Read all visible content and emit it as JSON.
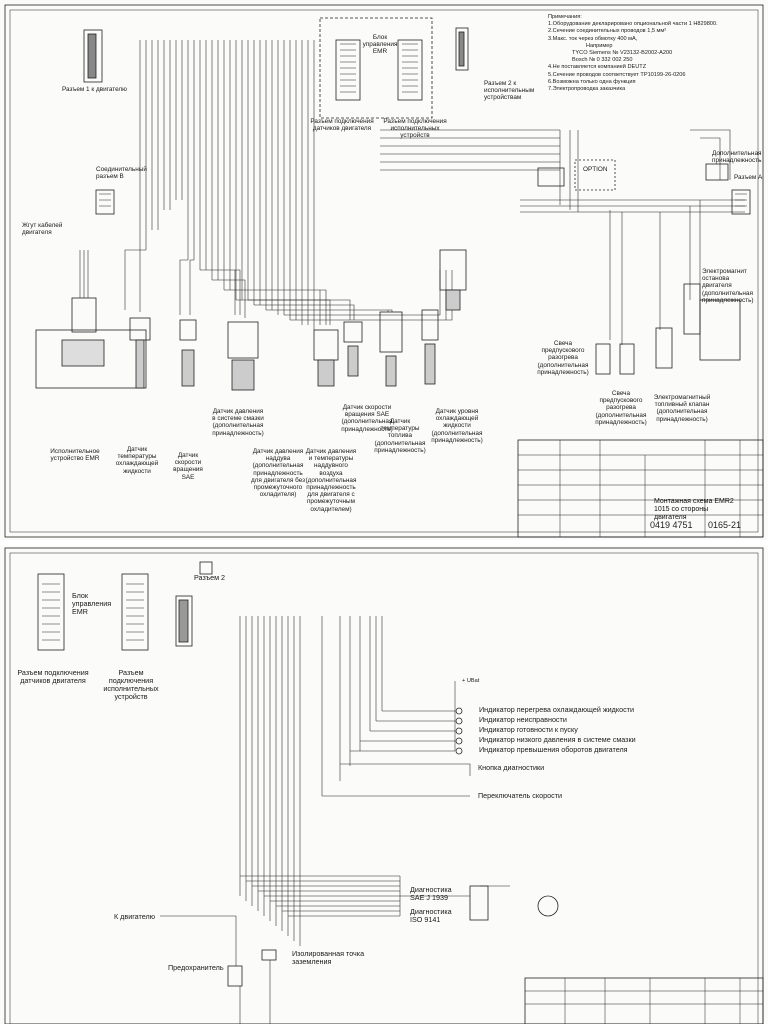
{
  "sheet1": {
    "connector1": "Разъем 1 к двигателю",
    "ecu": "Блок\nуправления\nEMR",
    "engine_conn": "Разъем подключения\nдатчиков двигателя",
    "actuator_conn": "Разъем подключения\nисполнительных устройств",
    "connector2": "Разъем 2 к\nисполнительным\nустройствам",
    "notes_title": "Примечания:",
    "notes": [
      "1.Оборудование декларировано опциональной части 1 Н829800.",
      "2.Сечение соединительных проводов 1,5 мм²",
      "3.Макс. ток через обмотку 400 мА,",
      "Например",
      "TYCO Siemens № V23132-B2002-A200",
      "Bosch № 0 332 002 250",
      "4.Не поставляется компанией DEUTZ",
      "5.Сечение проводов соответствует TP10199-26-0206",
      "6.Возможна только одна функция",
      "7.Электропроводка заказчика"
    ],
    "connector_b": "Соединительный\nразъем B",
    "harness": "Жгут кабелей\nдвигателя",
    "option_label": "OPTION",
    "aux_relay": "Дополнительная\nпринадлежность",
    "connector_a": "Разъем A",
    "shutdown_magnet": "Электромагнит\nостанова\nдвигателя\n(дополнительная\nпринадлежность)",
    "glow_plug_1": "Свеча\nпредпускового\nразогрева\n(дополнительная\nпринадлежность)",
    "glow_plug_2": "Свеча\nпредпускового\nразогрева\n(дополнительная\nпринадлежность)",
    "fuel_valve": "Электромагнитный\nтопливный клапан\n(дополнительная\nпринадлежность)",
    "actuator_emr": "Исполнительное\nустройство EMR",
    "coolant_temp": "Датчик\nтемпературы\nохлаждающей\nжидкости",
    "speed_sensor": "Датчик\nскорости\nвращения\nSAE",
    "oil_pressure": "Датчик давления\nв системе смазки\n(дополнительная\nпринадлежность)",
    "boost_pressure": "Датчик давления\nнаддува\n(дополнительная\nпринадлежность\nдля двигателя без\nпромежуточного\nохладителя)",
    "boost_air": "Датчик давления\nи температуры\nнаддувного\nвоздуха\n(дополнительная\nпринадлежность\nдля двигателя с\nпромежуточным\nохладителем)",
    "speed_sae": "Датчик скорости\nвращения SAE\n(дополнительная\nпринадлежность)",
    "fuel_temp": "Датчик\nтемпературы\nтоплива\n(дополнительная\nпринадлежность)",
    "coolant_level": "Датчик уровня\nохлаждающей\nжидкости\n(дополнительная\nпринадлежность)",
    "title_block": {
      "title": "Монтажная схема EMR2 1015 со\nстороны двигателя",
      "drawing_no": "0419 4751",
      "sheet_no": "0165-21"
    }
  },
  "sheet2": {
    "connector2": "Разъем 2",
    "ecu": "Блок\nуправления\nEMR",
    "engine_conn": "Разъем подключения\nдатчиков двигателя",
    "actuator_conn": "Разъем\nподключения\nисполнительных\nустройств",
    "indicators": [
      "Индикатор перегрева охлаждающей жидкости",
      "Индикатор неисправности",
      "Индикатор готовности к пуску",
      "Индикатор низкого давления в системе смазки",
      "Индикатор превышения оборотов двигателя"
    ],
    "diag_button": "Кнопка диагностики",
    "speed_switch": "Переключатель скорости",
    "diag_sae": "Диагностика\nSAE J 1939",
    "diag_iso": "Диагностика\nISO 9141",
    "to_engine": "К двигателю",
    "ground": "Изолированная точка\nзаземления",
    "fuse": "Предохранитель",
    "voltage": "+ UBat"
  }
}
